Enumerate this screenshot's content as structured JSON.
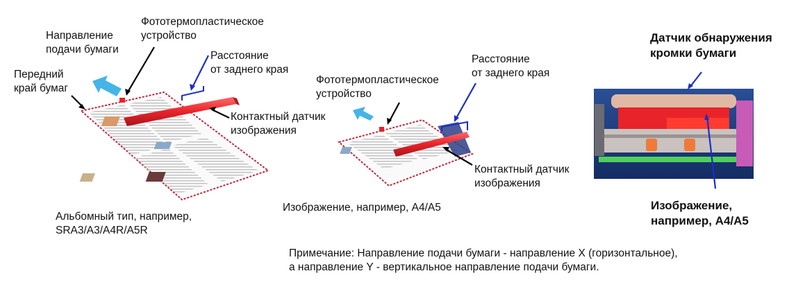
{
  "labels": {
    "feed_direction": "Направление\nподачи бумаги",
    "fuser_left": "Фототермопластическое\nустройство",
    "trail_dist_left": "Расстояние\nот заднего края",
    "leading_edge": "Передний\nкрай бумаг",
    "cis_left": "Контактный датчик\nизображения",
    "landscape": "Альбомный тип, например,\nSRA3/A3/A4R/A5R",
    "fuser_mid": "Фототермопластическое\nустройство",
    "trail_dist_mid": "Расстояние\nот заднего края",
    "cis_mid": "Контактный датчик\nизображения",
    "portrait": "Изображение, например, А4/А5",
    "edge_sensor": "Датчик обнаружения\nкромки бумаги",
    "image_example": "Изображение,\nнапример, А4/А5",
    "note": "Примечание: Направление подачи бумаги - направление X (горизонтальное),\nа направление Y - вертикальное направление подачи бумаги."
  },
  "colors": {
    "arrow_blue": "#46b4e6",
    "sensor_red": "#e8232a",
    "bracket_blue": "#1a2ec8",
    "machine_bg": "#1c3a7a"
  }
}
